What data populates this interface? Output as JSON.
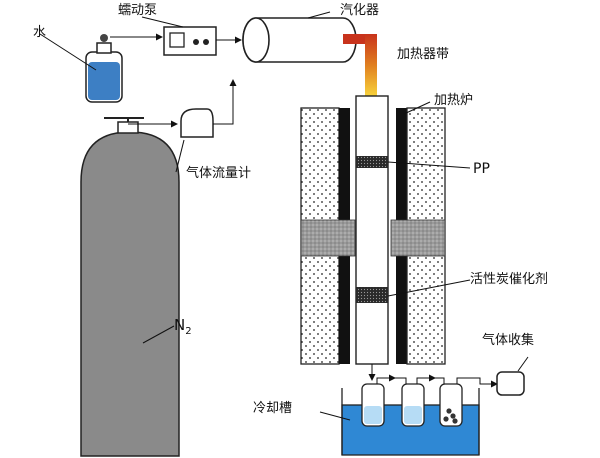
{
  "labels": {
    "water": "水",
    "pump": "蠕动泵",
    "vaporizer": "汽化器",
    "heating_tape": "加热器带",
    "furnace": "加热炉",
    "pp": "PP",
    "flowmeter": "气体流量计",
    "catalyst": "活性炭催化剂",
    "n2_main": "N",
    "n2_sub": "2",
    "gas_collection": "气体收集",
    "cooling_tank": "冷却槽"
  }
}
